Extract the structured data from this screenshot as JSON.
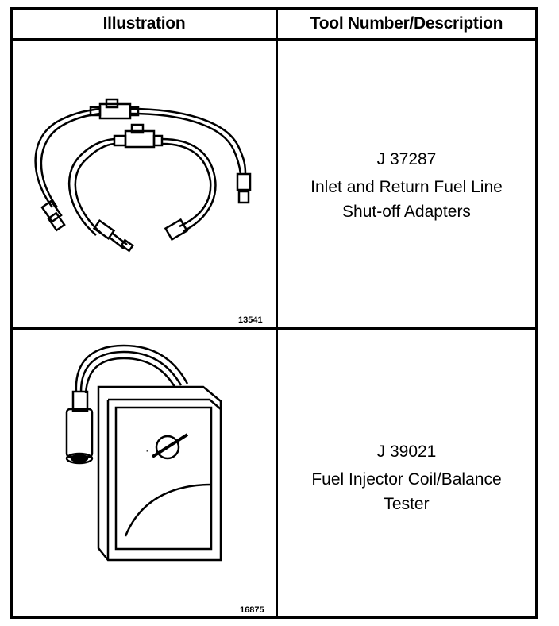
{
  "table": {
    "headers": {
      "illustration": "Illustration",
      "tool": "Tool Number/Description"
    },
    "rows": [
      {
        "figure_number": "13541",
        "tool_number": "J 37287",
        "description_line1": "Inlet and Return Fuel Line",
        "description_line2": "Shut-off Adapters",
        "icon": "fuel-line-adapters-illustration"
      },
      {
        "figure_number": "16875",
        "tool_number": "J 39021",
        "description_line1": "Fuel Injector Coil/Balance",
        "description_line2": "Tester",
        "icon": "injector-tester-illustration"
      }
    ]
  },
  "colors": {
    "ink": "#000000",
    "paper": "#ffffff"
  }
}
